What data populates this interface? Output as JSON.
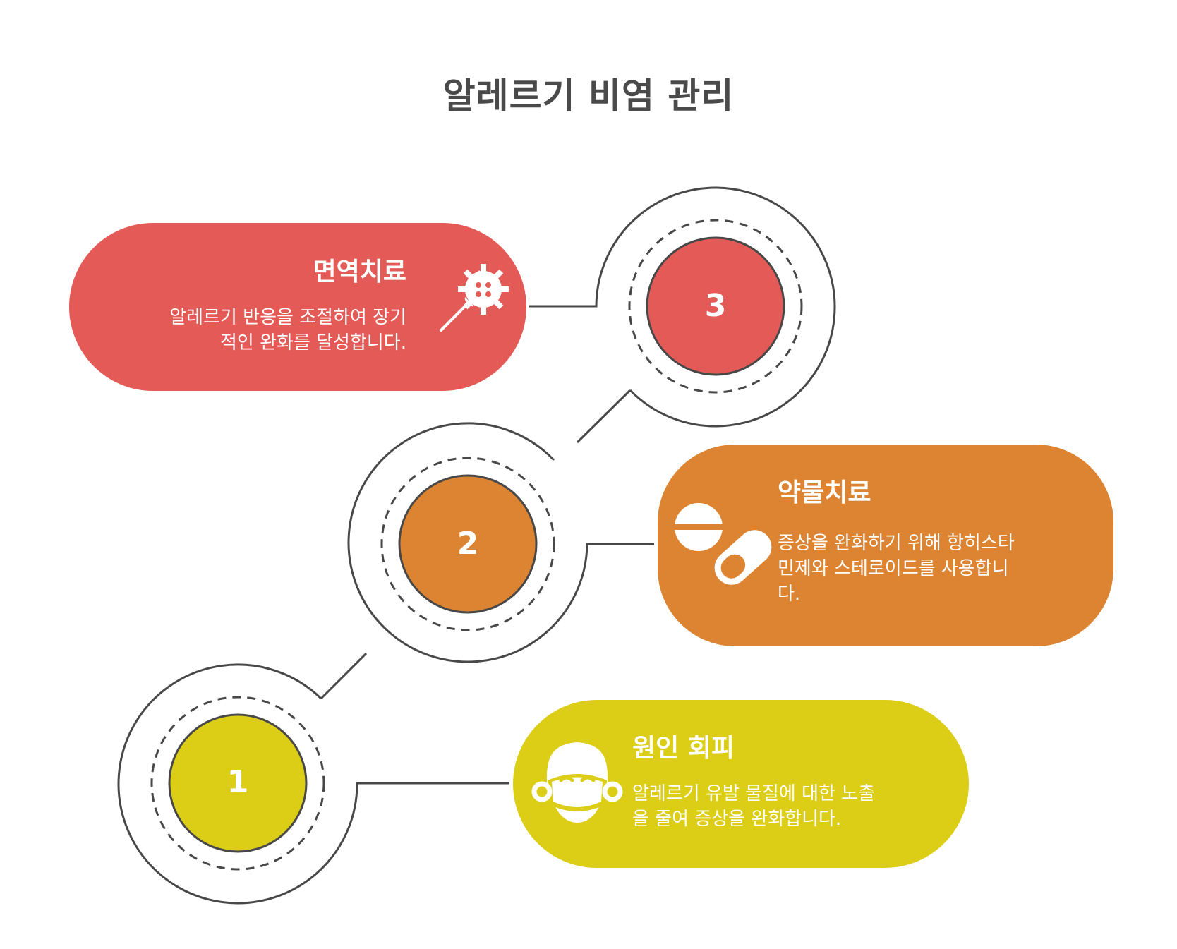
{
  "title": "알레르기 비염 관리",
  "colors": {
    "red": "#e35a56",
    "orange": "#dc8431",
    "yellow": "#dccd17",
    "outline": "#484848"
  },
  "steps": [
    {
      "number": "1",
      "title": "원인 회피",
      "description": "알레르기 유발 물질에 대한 노출을 줄여 증상을 완화합니다.",
      "desc_lines": [
        "알레르기 유발 물질에 대한 노출",
        "을 줄여 증상을 완화합니다."
      ],
      "icon": "face-mask-icon",
      "color": "#dccd17"
    },
    {
      "number": "2",
      "title": "약물치료",
      "description": "증상을 완화하기 위해 항히스타민제와 스테로이드를 사용합니다.",
      "desc_lines": [
        "증상을 완화하기 위해 항히스타",
        "민제와 스테로이드를 사용합니",
        "다."
      ],
      "icon": "pills-icon",
      "color": "#dc8431"
    },
    {
      "number": "3",
      "title": "면역치료",
      "description": "알레르기 반응을 조절하여 장기적인 완화를 달성합니다.",
      "desc_lines": [
        "알레르기 반응을 조절하여 장기",
        "적인 완화를 달성합니다."
      ],
      "icon": "syringe-virus-icon",
      "color": "#e35a56"
    }
  ]
}
